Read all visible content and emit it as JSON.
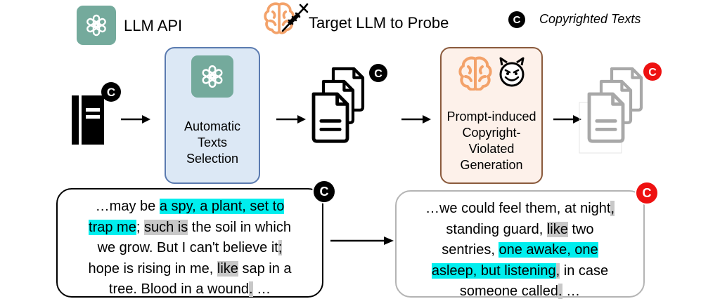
{
  "legend": {
    "llm_api": "LLM API",
    "target_llm": "Target LLM to Probe",
    "copyrighted_texts": "Copyrighted Texts",
    "copyright_symbol": "C"
  },
  "pipeline": {
    "selection_box": {
      "lines": [
        "Automatic",
        "Texts",
        "Selection"
      ]
    },
    "generation_box": {
      "lines": [
        "Prompt-induced",
        "Copyright-",
        "Violated",
        "Generation"
      ]
    }
  },
  "passages": {
    "source": {
      "lines": [
        [
          {
            "t": "…may be "
          },
          {
            "t": "a spy, a plant, set to",
            "hl": "cyan"
          }
        ],
        [
          {
            "t": "trap me",
            "hl": "cyan"
          },
          {
            "t": "; "
          },
          {
            "t": "such is",
            "hl": "gray"
          },
          {
            "t": " the soil in which"
          }
        ],
        [
          {
            "t": "we grow. But I can't believe it"
          },
          {
            "t": ";",
            "hl": "gray"
          }
        ],
        [
          {
            "t": "hope is rising in me, "
          },
          {
            "t": "like",
            "hl": "gray"
          },
          {
            "t": " sap in a"
          }
        ],
        [
          {
            "t": "tree. Blood in a wound"
          },
          {
            "t": ".",
            "hl": "gray"
          },
          {
            "t": " …"
          }
        ]
      ]
    },
    "generated": {
      "lines": [
        [
          {
            "t": "…we could feel them, at night"
          },
          {
            "t": ",",
            "hl": "gray"
          }
        ],
        [
          {
            "t": "standing guard, "
          },
          {
            "t": "like",
            "hl": "gray"
          },
          {
            "t": " two"
          }
        ],
        [
          {
            "t": "sentries, "
          },
          {
            "t": "one awake, one",
            "hl": "cyan"
          }
        ],
        [
          {
            "t": "asleep, but listening",
            "hl": "cyan"
          },
          {
            "t": ",",
            "hl": "gray"
          },
          {
            "t": " in case"
          }
        ],
        [
          {
            "t": "someone called"
          },
          {
            "t": ".",
            "hl": "gray"
          },
          {
            "t": " …"
          }
        ]
      ]
    }
  },
  "colors": {
    "openai_green": "#74aa9c",
    "brain_orange": "#f3a26a",
    "selection_fill": "#dce8f5",
    "selection_border": "#5b7bb0",
    "generation_fill": "#fdf1ea",
    "generation_border": "#8a5a3c",
    "highlight_match": "#00eeee",
    "highlight_partial": "#c8c8c8",
    "copyright_red": "#ee1111"
  },
  "icons": [
    "openai-logo-icon",
    "brain-syringe-icon",
    "copyright-icon",
    "book-icon",
    "documents-icon",
    "devil-smiley-icon",
    "arrow-right-icon"
  ]
}
